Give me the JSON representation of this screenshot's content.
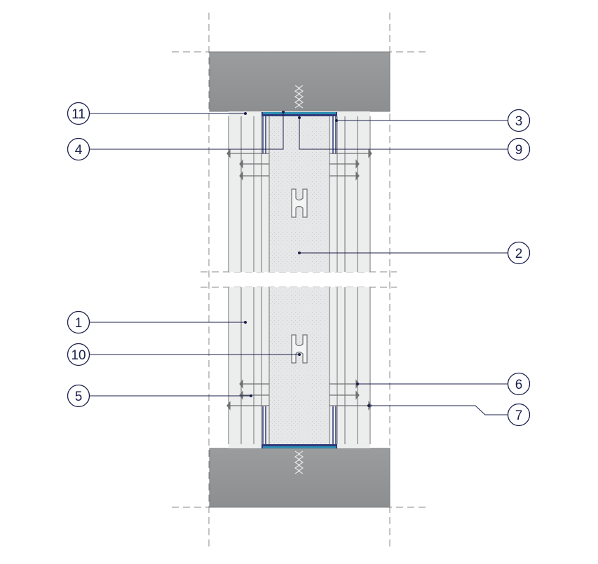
{
  "labels": {
    "l1": "1",
    "l2": "2",
    "l3": "3",
    "l4": "4",
    "l5": "5",
    "l6": "6",
    "l7": "7",
    "l9": "9",
    "l10": "10",
    "l11": "11"
  },
  "colors": {
    "slab": "#929496",
    "slab_edge": "#7d7f81",
    "board": "#eceded",
    "board_line": "#6f7173",
    "insulation": "#e4e5e6",
    "track": "#2f3a78",
    "sealant": "#2e8fb3",
    "axis": "#8a8a8a",
    "leader": "#1a1f4a"
  }
}
